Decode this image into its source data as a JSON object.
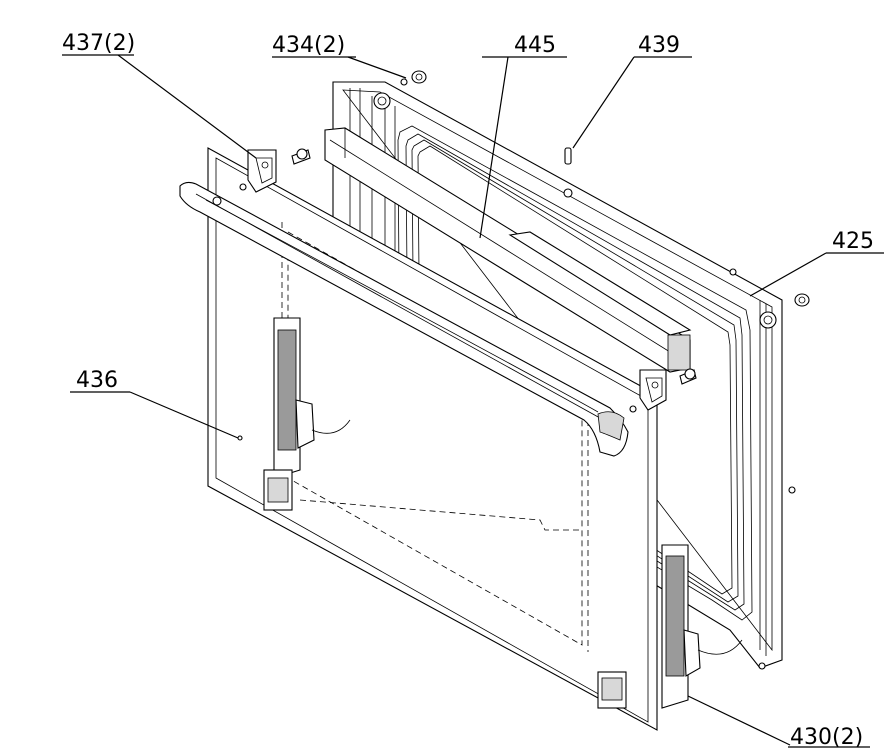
{
  "labels": {
    "l437": "437(2)",
    "l434": "434(2)",
    "l445": "445",
    "l439": "439",
    "l425": "425",
    "l436": "436",
    "l430": "430(2)"
  }
}
